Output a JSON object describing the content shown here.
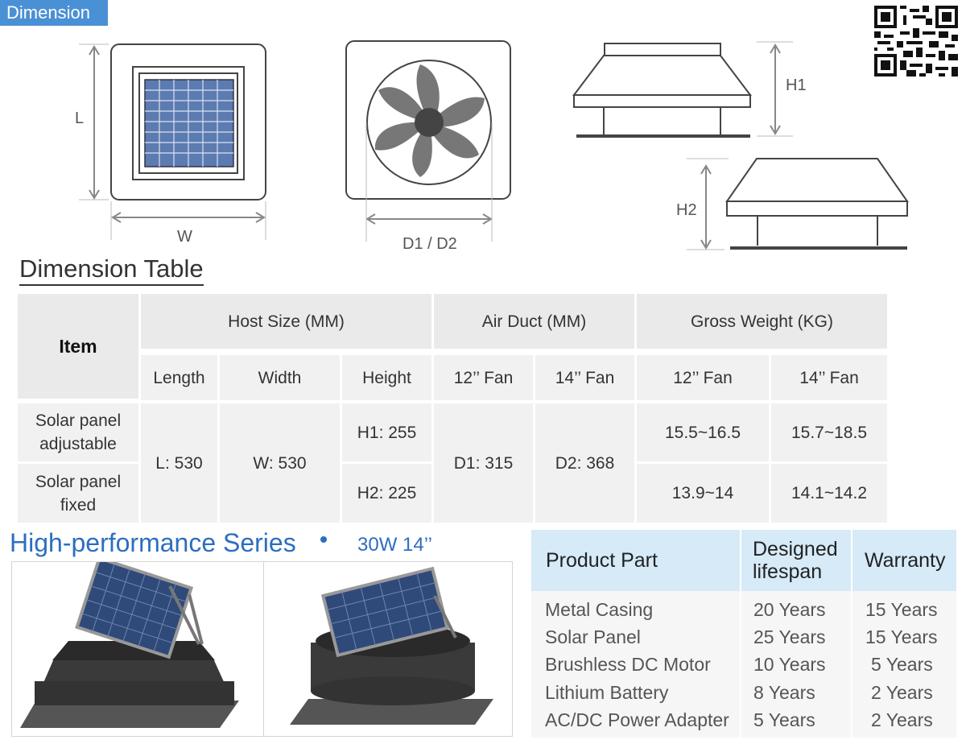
{
  "header": {
    "tag": "Dimension"
  },
  "diagram": {
    "label_l": "L",
    "label_w": "W",
    "label_d": "D1 / D2",
    "label_h1": "H1",
    "label_h2": "H2",
    "icons": [
      "solar-panel-top-view",
      "fan-blades-icon",
      "vent-side-profile",
      "qr-code"
    ]
  },
  "dimension_table": {
    "title": "Dimension Table",
    "item_header": "Item",
    "groups": [
      "Host Size (MM)",
      "Air Duct (MM)",
      "Gross Weight (KG)"
    ],
    "subheaders": [
      "Length",
      "Width",
      "Height",
      "12’’ Fan",
      "14’’ Fan",
      "12’’ Fan",
      "14’’ Fan"
    ],
    "rows": [
      {
        "item": "Solar panel adjustable",
        "height": "H1: 255",
        "weight_12": "15.5~16.5",
        "weight_14": "15.7~18.5"
      },
      {
        "item": "Solar panel fixed",
        "height": "H2: 225",
        "weight_12": "13.9~14",
        "weight_14": "14.1~14.2"
      }
    ],
    "shared": {
      "length": "L: 530",
      "width": "W: 530",
      "duct_12": "D1: 315",
      "duct_14": "D2: 368"
    }
  },
  "series": {
    "title": "High-performance Series",
    "subtitle": "30W 14’’"
  },
  "warranty_table": {
    "headers": [
      "Product Part",
      "Designed lifespan",
      "Warranty"
    ],
    "rows": [
      [
        "Metal Casing",
        "20 Years",
        "15 Years"
      ],
      [
        "Solar Panel",
        "25 Years",
        "15 Years"
      ],
      [
        "Brushless DC Motor",
        "10 Years",
        "5 Years"
      ],
      [
        "Lithium Battery",
        "8 Years",
        "2 Years"
      ],
      [
        "AC/DC Power Adapter",
        "5 Years",
        "2 Years"
      ]
    ]
  },
  "colors": {
    "accent": "#4a90d4",
    "series_blue": "#2d6ec0",
    "table_header_blue": "#d6eaf8",
    "table_gray": "#f1f1f1"
  }
}
